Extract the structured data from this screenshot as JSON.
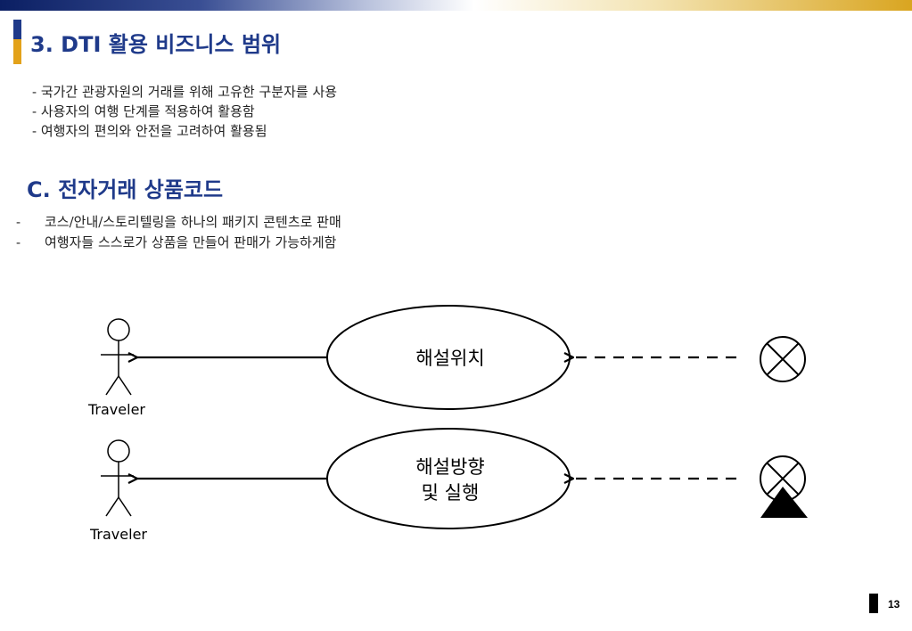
{
  "header": {
    "title": "3. DTI 활용 비즈니스 범위"
  },
  "intro_bullets": [
    "- 국가간 관광자원의 거래를 위해 고유한 구분자를 사용",
    "- 사용자의 여행 단계를 적용하여 활용함",
    "- 여행자의 편의와 안전을 고려하여 활용됨"
  ],
  "section": {
    "title": "C. 전자거래 상품코드",
    "bullets": [
      {
        "dash": "-",
        "text": "코스/안내/스토리텔링을 하나의 패키지 콘텐츠로 판매"
      },
      {
        "dash": "-",
        "text": "여행자들 스스로가 상품을 만들어 판매가 가능하게함"
      }
    ]
  },
  "diagram": {
    "actors": [
      {
        "label": "Traveler"
      },
      {
        "label": "Traveler"
      }
    ],
    "use_cases": [
      {
        "lines": [
          "해설위치"
        ]
      },
      {
        "lines": [
          "해설방향",
          "및 실행"
        ]
      }
    ]
  },
  "footer": {
    "page_number": "13"
  }
}
